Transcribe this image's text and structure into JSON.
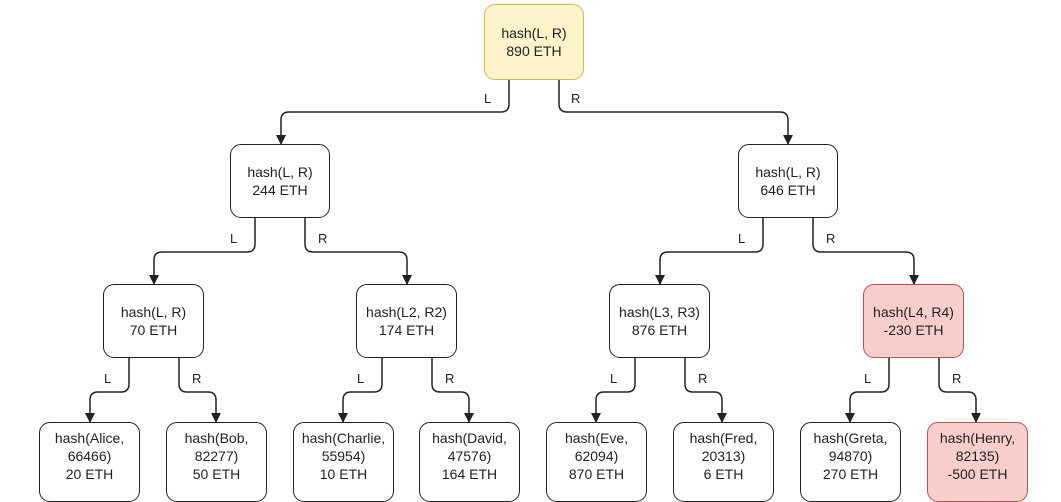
{
  "colors": {
    "root_fill": "#fff3cc",
    "root_border": "#d6b656",
    "negative_fill": "#f8cecc",
    "negative_border": "#b85450",
    "default_fill": "#ffffff",
    "line": "#222222"
  },
  "edge_labels": {
    "left": "L",
    "right": "R"
  },
  "tree": {
    "root": {
      "lines": [
        "hash(L, R)",
        "890 ETH"
      ]
    },
    "l": {
      "lines": [
        "hash(L, R)",
        "244 ETH"
      ]
    },
    "r": {
      "lines": [
        "hash(L, R)",
        "646 ETH"
      ]
    },
    "ll": {
      "lines": [
        "hash(L, R)",
        "70 ETH"
      ]
    },
    "lr": {
      "lines": [
        "hash(L2, R2)",
        "174 ETH"
      ]
    },
    "rl": {
      "lines": [
        "hash(L3, R3)",
        "876 ETH"
      ]
    },
    "rr": {
      "lines": [
        "hash(L4, R4)",
        "-230 ETH"
      ]
    },
    "leaves": [
      {
        "lines": [
          "hash(Alice,",
          "66466)",
          "20 ETH"
        ]
      },
      {
        "lines": [
          "hash(Bob,",
          "82277)",
          "50 ETH"
        ]
      },
      {
        "lines": [
          "hash(Charlie,",
          "55954)",
          "10 ETH"
        ]
      },
      {
        "lines": [
          "hash(David,",
          "47576)",
          "164 ETH"
        ]
      },
      {
        "lines": [
          "hash(Eve,",
          "62094)",
          "870 ETH"
        ]
      },
      {
        "lines": [
          "hash(Fred,",
          "20313)",
          "6 ETH"
        ]
      },
      {
        "lines": [
          "hash(Greta,",
          "94870)",
          "270 ETH"
        ]
      },
      {
        "lines": [
          "hash(Henry,",
          "82135)",
          "-500 ETH"
        ]
      }
    ]
  }
}
